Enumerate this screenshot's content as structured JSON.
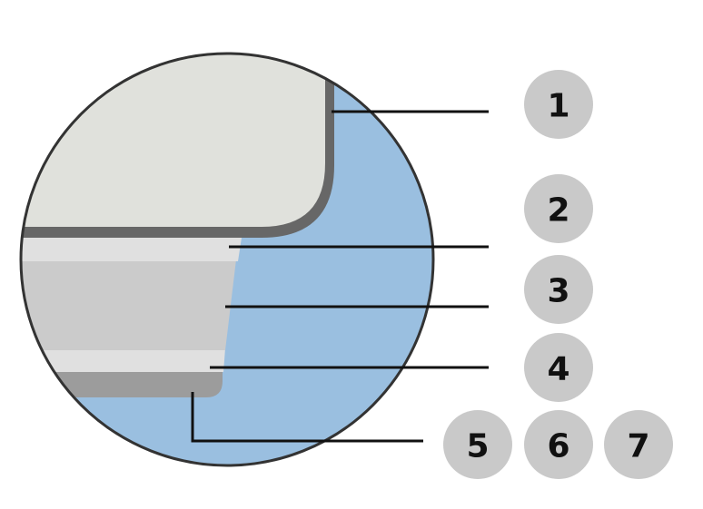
{
  "colors": {
    "water": "#9abfe0",
    "top_layer": "#e0e1dc",
    "top_layer_rim": "#676767",
    "light_band": "#e0e0e0",
    "mid_band": "#cbcbcb",
    "bottom_band": "#9c9c9c",
    "outline": "#333333",
    "leader": "#111111",
    "badge_fill": "#c9c9c9",
    "badge_text": "#111111"
  },
  "badges": [
    {
      "label": "1"
    },
    {
      "label": "2"
    },
    {
      "label": "3"
    },
    {
      "label": "4"
    },
    {
      "label": "5"
    },
    {
      "label": "6"
    },
    {
      "label": "7"
    }
  ]
}
